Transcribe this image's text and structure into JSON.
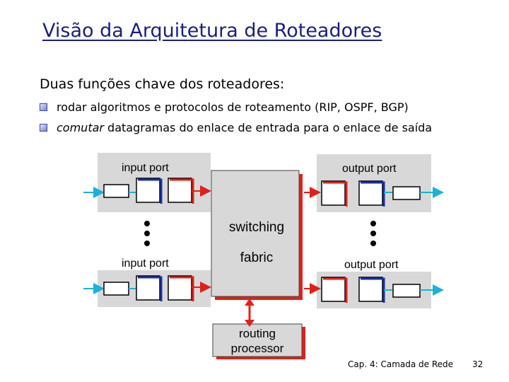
{
  "slide": {
    "title": "Visão da Arquitetura de Roteadores",
    "subtitle": "Duas funções chave dos roteadores:",
    "bullets": [
      "rodar algoritmos e protocolos de roteamento (RIP, OSPF, BGP)",
      "comutar datagramas do enlace de entrada para o enlace de saída"
    ],
    "bullet_icon": "checkbox-square-icon",
    "footer": {
      "chapter": "Cap. 4: Camada de Rede",
      "page": "32"
    }
  },
  "diagram": {
    "input_port_top": "input port",
    "input_port_bottom": "input port",
    "output_port_top": "output port",
    "output_port_bottom": "output port",
    "switching_fabric_line1": "switching",
    "switching_fabric_line2": "fabric",
    "routing_processor_line1": "routing",
    "routing_processor_line2": "processor",
    "colors": {
      "red": "#e0201a",
      "blue": "#1b2fa8",
      "cyan": "#19b3d6",
      "gray": "#d8d8d8"
    }
  }
}
